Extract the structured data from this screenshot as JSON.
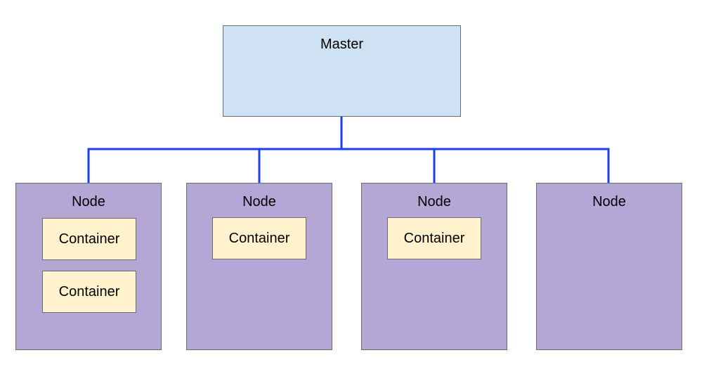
{
  "colors": {
    "master_fill": "#cfe2f3",
    "node_fill": "#b4a7d6",
    "container_fill": "#fff2cc",
    "connector": "#1a3ef0",
    "border": "#6b6b6b"
  },
  "master": {
    "label": "Master"
  },
  "nodes": [
    {
      "label": "Node",
      "containers": [
        {
          "label": "Container"
        },
        {
          "label": "Container"
        }
      ]
    },
    {
      "label": "Node",
      "containers": [
        {
          "label": "Container"
        }
      ]
    },
    {
      "label": "Node",
      "containers": [
        {
          "label": "Container"
        }
      ]
    },
    {
      "label": "Node",
      "containers": []
    }
  ]
}
